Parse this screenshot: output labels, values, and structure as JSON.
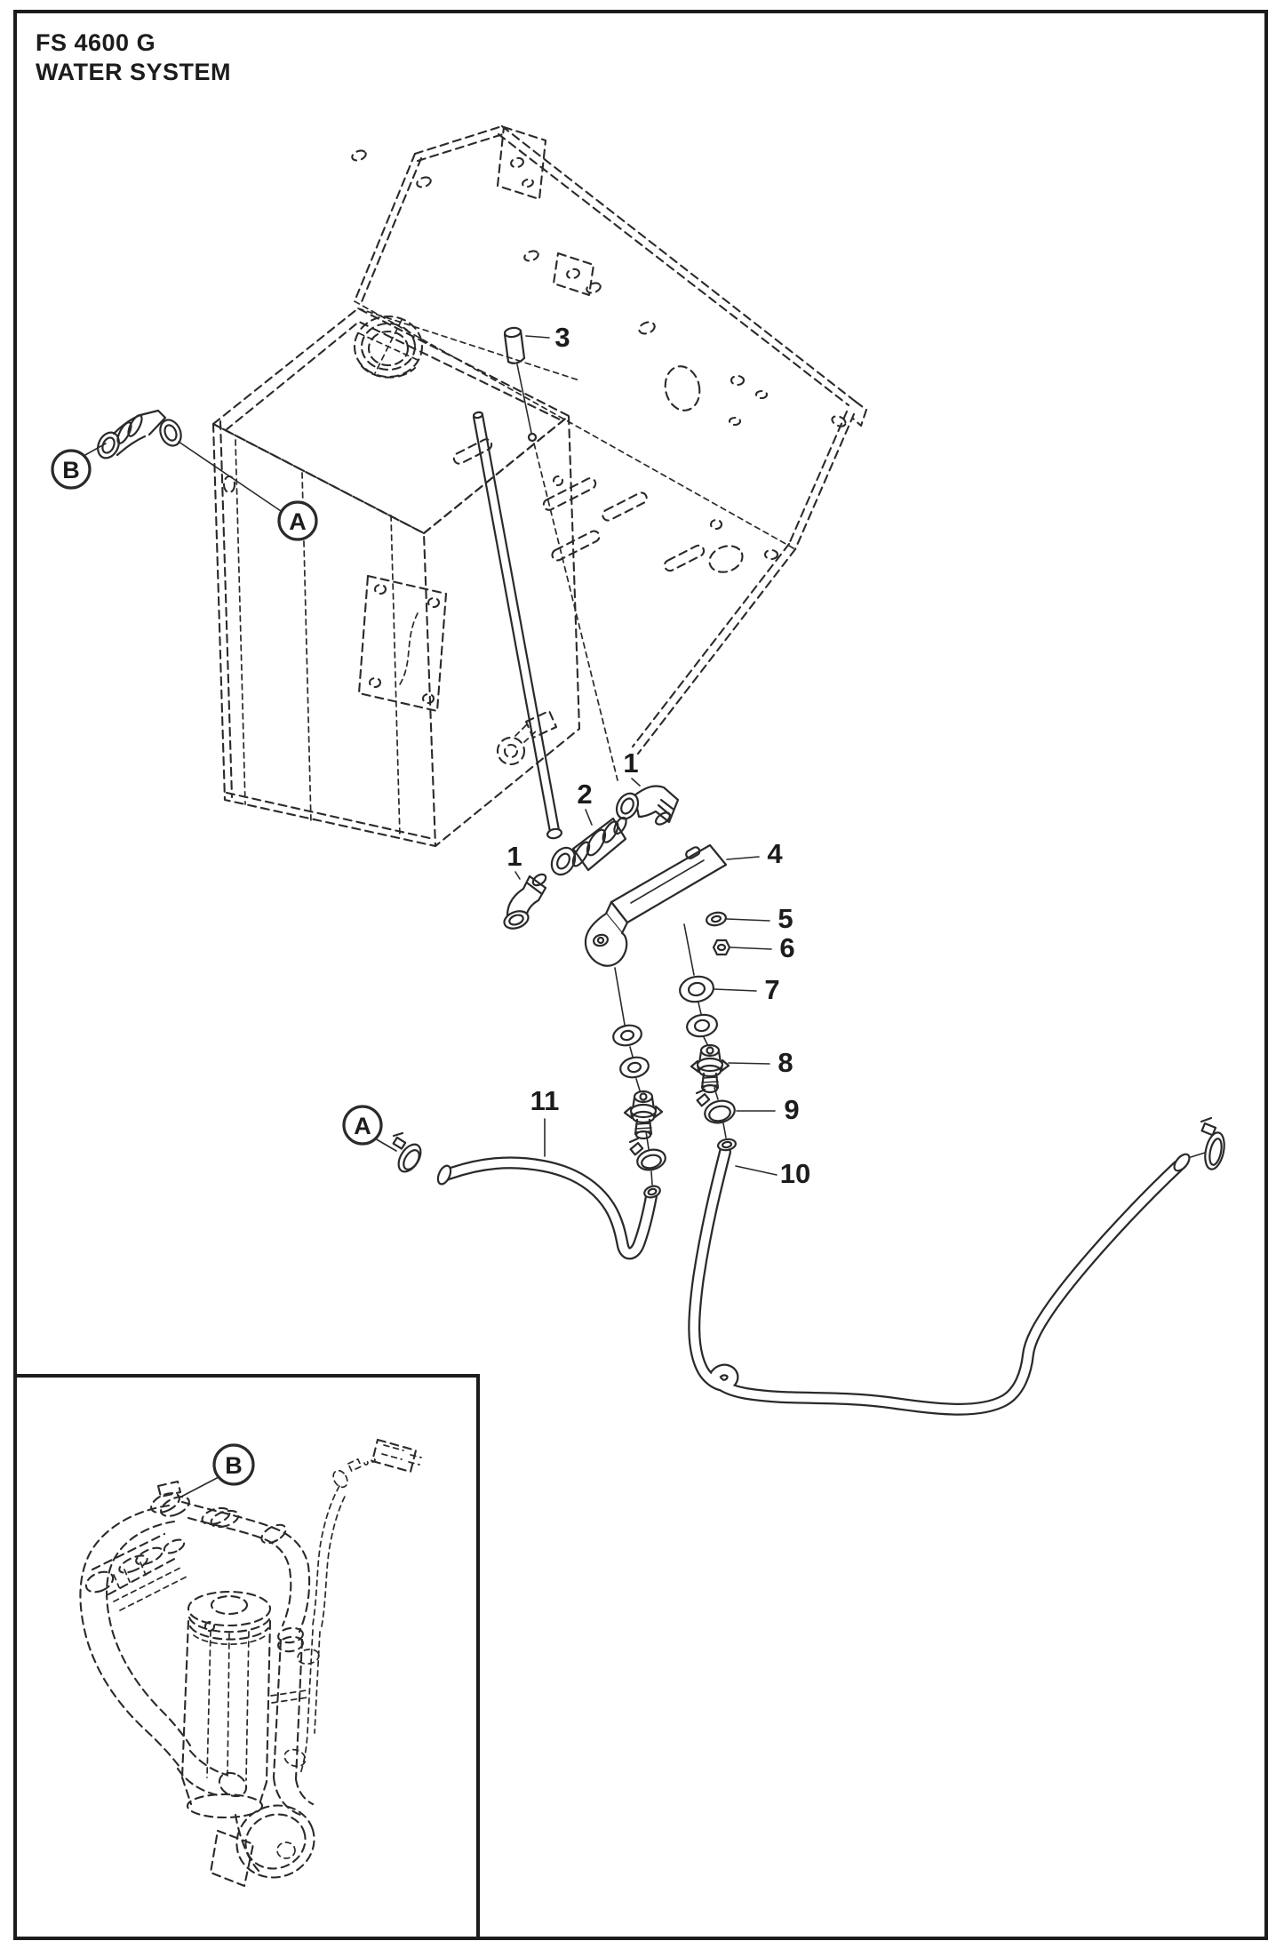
{
  "page": {
    "model": "FS 4600 G",
    "title": "WATER SYSTEM"
  },
  "part_labels": [
    {
      "number": "3"
    },
    {
      "number": "1"
    },
    {
      "number": "2"
    },
    {
      "number": "1"
    },
    {
      "number": "4"
    },
    {
      "number": "5"
    },
    {
      "number": "6"
    },
    {
      "number": "7"
    },
    {
      "number": "8"
    },
    {
      "number": "9"
    },
    {
      "number": "10"
    },
    {
      "number": "11"
    }
  ],
  "ref_callouts": [
    {
      "letter": "B"
    },
    {
      "letter": "A"
    },
    {
      "letter": "A"
    },
    {
      "letter": "B"
    }
  ],
  "colors": {
    "line": "#2a2a2a",
    "background": "#ffffff"
  }
}
